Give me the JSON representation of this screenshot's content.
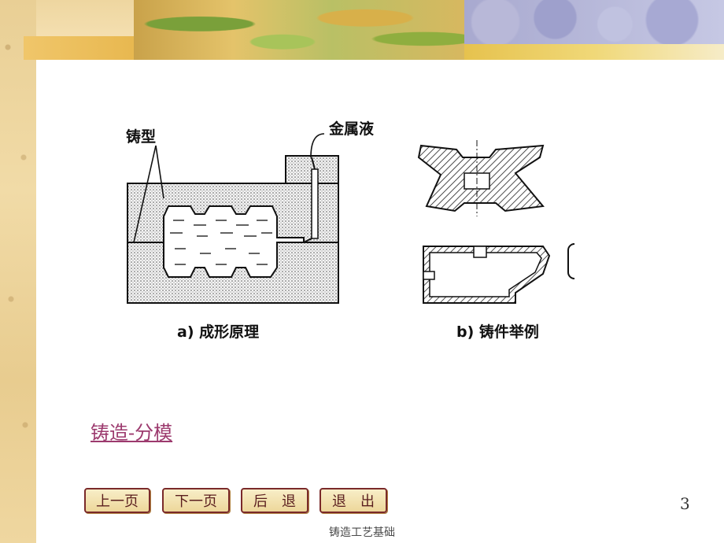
{
  "figure": {
    "label_mold": "铸型",
    "label_metal": "金属液",
    "caption_a": "a) 成形原理",
    "caption_b": "b) 铸件举例"
  },
  "link_text": "铸造-分模",
  "nav": {
    "prev": "上一页",
    "next": "下一页",
    "back": "后　退",
    "exit": "退　出"
  },
  "page_number": "3",
  "footer_text": "铸造工艺基础",
  "colors": {
    "link": "#9c3a6e",
    "button_border": "#7a2a2a",
    "button_fill": "#f3e2b0"
  }
}
